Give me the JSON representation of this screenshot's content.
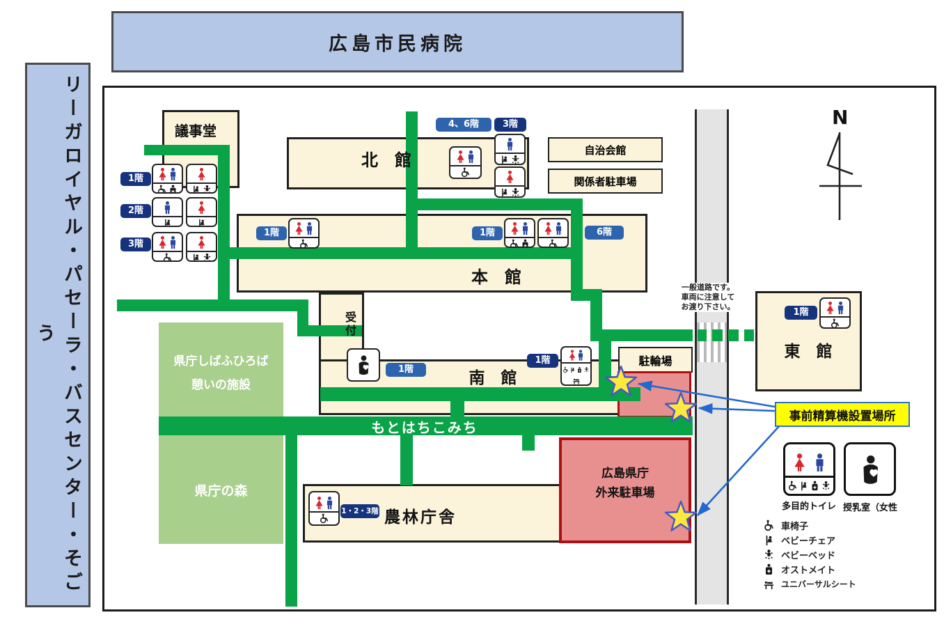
{
  "banner_top": {
    "title": "広島市民病院"
  },
  "banner_left": {
    "title": "リーガロイヤル・パセーラ・バスセンター・そごう"
  },
  "compass": {
    "north": "N"
  },
  "buildings": {
    "gijido": "議事堂",
    "kitakan": "北　館",
    "honkan": "本　館",
    "nankan": "南　館",
    "higashikan": "東　館",
    "norin": "農林庁舎",
    "jichikaikan": "自治会館",
    "kankeisha_parking": "関係者駐車場",
    "churinjo": "駐輪場",
    "reception": "受付",
    "gairai_parking": {
      "line1": "広島県庁",
      "line2": "外来駐車場"
    },
    "shibafu": {
      "line1": "県庁しばふひろば",
      "line2": "憩いの施設"
    },
    "mori": "県庁の森"
  },
  "path_label": "もとはちこみち",
  "road_notice": {
    "line1": "一般道路です。",
    "line2": "車両に注意して",
    "line3": "お渡り下さい。"
  },
  "payment_machine_label": "事前精算機設置場所",
  "badges": {
    "gijido_1f": "1階",
    "gijido_2f": "2階",
    "gijido_3f": "3階",
    "kitakan_46f": "4、6階",
    "kitakan_3f": "3階",
    "honkan_1f_left": "1階",
    "honkan_1f_right": "1階",
    "honkan_6f": "6階",
    "nankan_1f_left": "1階",
    "nankan_1f_right": "1階",
    "higashikan_1f": "1階",
    "norin_123f": "1・2・3階"
  },
  "toilet_signs": {
    "gj1a": {
      "top": [
        "woman",
        "man"
      ],
      "bottom": [
        "wheelchair",
        "ostomate"
      ]
    },
    "gj1b": {
      "top": [
        "woman"
      ],
      "bottom": [
        "baby-chair",
        "baby-bed"
      ]
    },
    "gj2a": {
      "top": [
        "man"
      ],
      "bottom": [
        "baby-chair"
      ]
    },
    "gj2b": {
      "top": [
        "woman"
      ],
      "bottom": [
        "baby-chair"
      ]
    },
    "gj3a": {
      "top": [
        "woman",
        "man"
      ],
      "bottom": [
        "wheelchair"
      ]
    },
    "gj3b": {
      "top": [
        "woman"
      ],
      "bottom": [
        "baby-chair",
        "baby-bed"
      ]
    },
    "k46": {
      "top": [
        "woman",
        "man"
      ],
      "bottom": [
        "wheelchair"
      ]
    },
    "k3a": {
      "top": [
        "man"
      ],
      "bottom": [
        "baby-chair",
        "baby-bed"
      ]
    },
    "k3b": {
      "top": [
        "woman"
      ],
      "bottom": [
        "baby-chair",
        "baby-bed"
      ]
    },
    "h1l": {
      "top": [
        "woman",
        "man"
      ],
      "bottom": [
        "wheelchair"
      ]
    },
    "h1a": {
      "top": [
        "woman",
        "man"
      ],
      "bottom": [
        "wheelchair",
        "ostomate"
      ]
    },
    "h1b": {
      "top": [
        "woman",
        "man"
      ],
      "bottom": [
        "wheelchair"
      ]
    },
    "n1": {
      "top": [
        "woman",
        "man"
      ],
      "bottom": [
        "wheelchair",
        "baby-chair",
        "ostomate",
        "baby-bed"
      ],
      "bottom2": [
        "universal-sheet"
      ]
    },
    "e1": {
      "top": [
        "woman",
        "man"
      ],
      "bottom": [
        "wheelchair"
      ]
    },
    "no1": {
      "top": [
        "woman",
        "man"
      ],
      "bottom": [
        "wheelchair"
      ]
    },
    "nursing_room": {
      "main": [
        "nursing"
      ]
    },
    "legend_multi": {
      "top": [
        "woman",
        "man"
      ],
      "bottom": [
        "wheelchair",
        "baby-chair",
        "ostomate",
        "baby-bed"
      ]
    },
    "legend_nursing": {
      "main": [
        "nursing"
      ]
    }
  },
  "legend": {
    "multipurpose_label": "多目的トイレ",
    "nursing_label": "授乳室（女性",
    "items": [
      {
        "icons": [
          "wheelchair"
        ],
        "label": "車椅子"
      },
      {
        "icons": [
          "baby-chair"
        ],
        "label": "ベビーチェア"
      },
      {
        "icons": [
          "baby-bed"
        ],
        "label": "ベビーベッド"
      },
      {
        "icons": [
          "ostomate"
        ],
        "label": "オストメイト"
      },
      {
        "icons": [
          "universal-sheet"
        ],
        "label": "ユニバーサルシート"
      }
    ]
  },
  "colors": {
    "banner_blue": "#b5c7e7",
    "building_cream": "#fbf4da",
    "path_green": "#0aa348",
    "park_green": "#a9cf8d",
    "parking_pink": "#e89090",
    "parking_border": "#ab0f12",
    "badge_blue": "#2e64ae",
    "badge_navy": "#16337e",
    "highlight_yellow": "#ffff00",
    "arrow_blue": "#2268cf",
    "star_yellow": "#ffe93c",
    "man_blue": "#2b479e",
    "woman_red": "#d7282f"
  }
}
